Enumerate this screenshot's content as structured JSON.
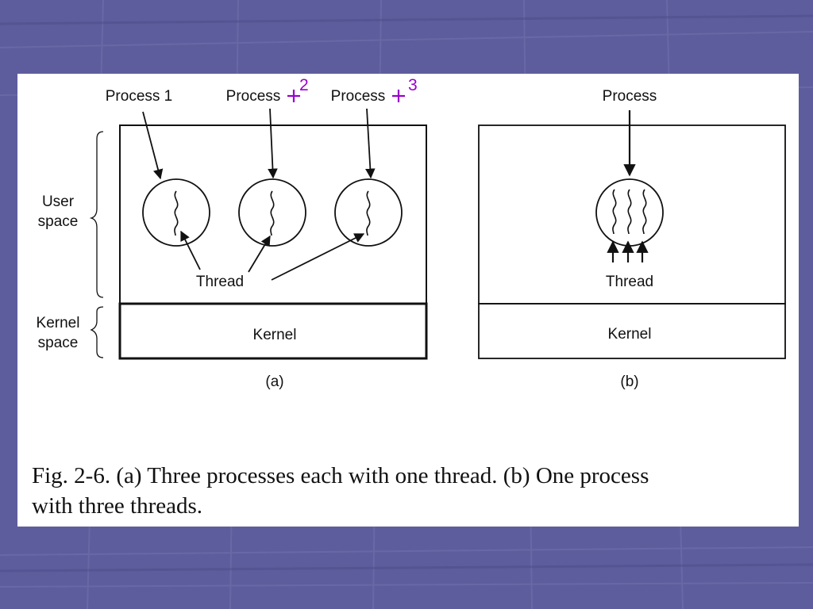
{
  "figure": {
    "panel_a": {
      "process_labels": [
        "Process 1",
        "Process",
        "Process"
      ],
      "edit_digits": [
        "2",
        "3"
      ],
      "user_space_label": [
        "User",
        "space"
      ],
      "kernel_space_label": [
        "Kernel",
        "space"
      ],
      "thread_label": "Thread",
      "kernel_label": "Kernel",
      "sublabel": "(a)"
    },
    "panel_b": {
      "process_label": "Process",
      "thread_label": "Thread",
      "kernel_label": "Kernel",
      "sublabel": "(b)"
    },
    "caption": {
      "line1": "Fig. 2-6. (a) Three processes each with one thread. (b) One process",
      "line2": "with three threads."
    }
  },
  "colors": {
    "background": "#5c5c9c",
    "edit_mark": "#9900cc"
  }
}
